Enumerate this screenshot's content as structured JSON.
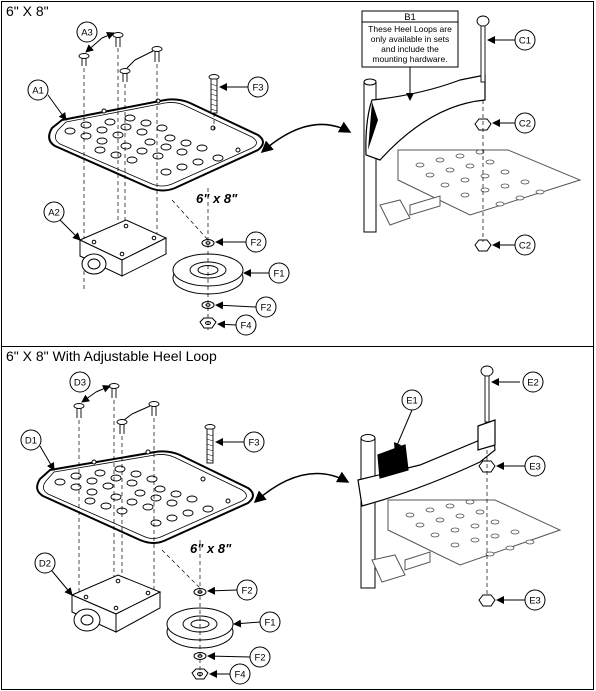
{
  "top_panel": {
    "title": "6\" X 8\"",
    "plate_label": "6\" x 8\"",
    "note_title": "B1",
    "note_lines": [
      "These Heel Loops are",
      "only available in sets",
      "and include the",
      "mounting hardware."
    ],
    "callouts": {
      "a1": "A1",
      "a2": "A2",
      "a3": "A3",
      "f1": "F1",
      "f2a": "F2",
      "f2b": "F2",
      "f3": "F3",
      "f4": "F4",
      "c1": "C1",
      "c2a": "C2",
      "c2b": "C2"
    }
  },
  "bottom_panel": {
    "title": "6\" X 8\" With Adjustable Heel Loop",
    "plate_label": "6\" x 8\"",
    "callouts": {
      "d1": "D1",
      "d2": "D2",
      "d3": "D3",
      "f1": "F1",
      "f2a": "F2",
      "f2b": "F2",
      "f3": "F3",
      "f4": "F4",
      "e1": "E1",
      "e2": "E2",
      "e3a": "E3",
      "e3b": "E3"
    }
  }
}
